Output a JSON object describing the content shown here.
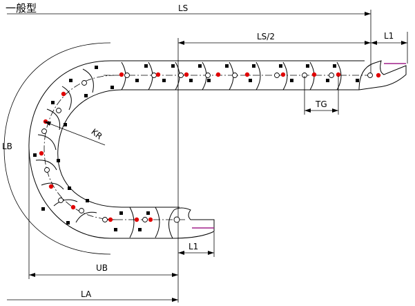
{
  "title": "一般型",
  "labels": {
    "ls": "LS",
    "ls_half": "LS/2",
    "l1_top": "L1",
    "l1_bottom": "L1",
    "tg": "TG",
    "kr": "KR",
    "lb": "LB",
    "ub": "UB",
    "la": "LA"
  },
  "colors": {
    "line": "#000000",
    "pin": "#e00000",
    "end_mark": "#a0208a"
  }
}
